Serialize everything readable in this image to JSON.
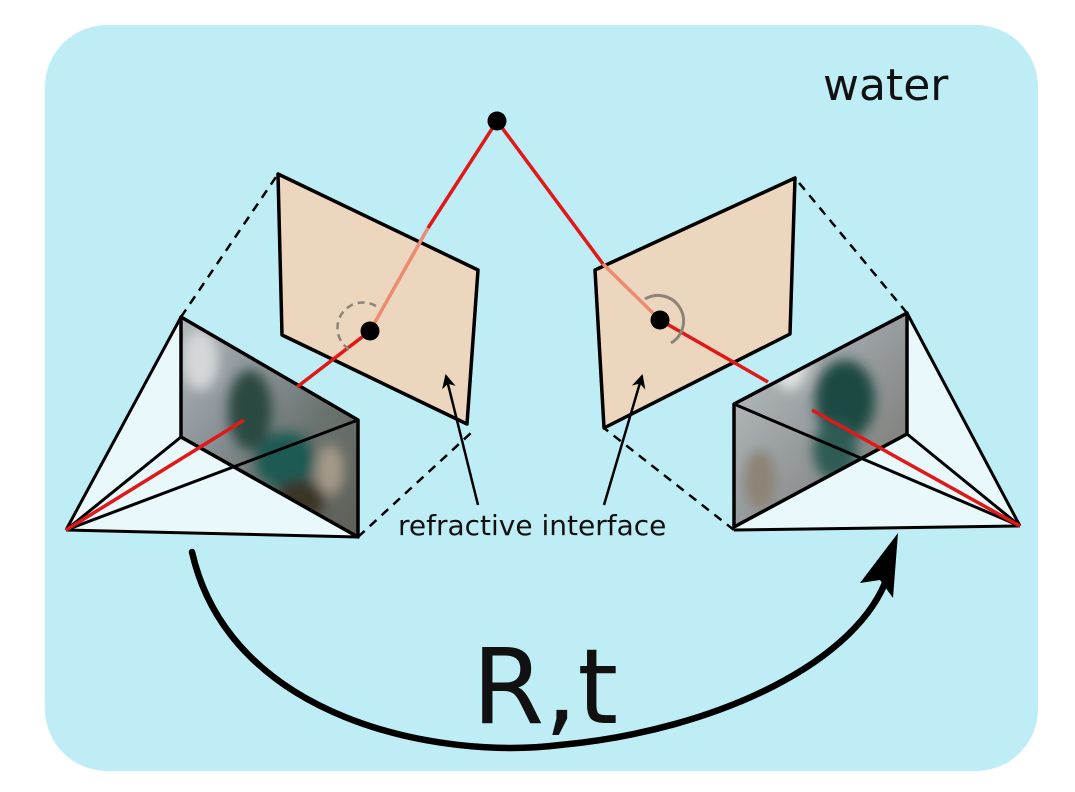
{
  "labels": {
    "medium": "water",
    "interface": "refractive interface",
    "transform": "R,t"
  },
  "colors": {
    "water": "#bfedf5",
    "frustum": "#e8f8fb",
    "interface_plane": "#ecd6be",
    "ray": "#e01818",
    "ray_in_plane": "#ec8a72",
    "stroke": "#000000",
    "angle_arc": "#8c8478"
  },
  "icons": {
    "scene_point": "filled-circle",
    "interface_point": "filled-circle",
    "camera_image": "blurred-camera-frame"
  }
}
